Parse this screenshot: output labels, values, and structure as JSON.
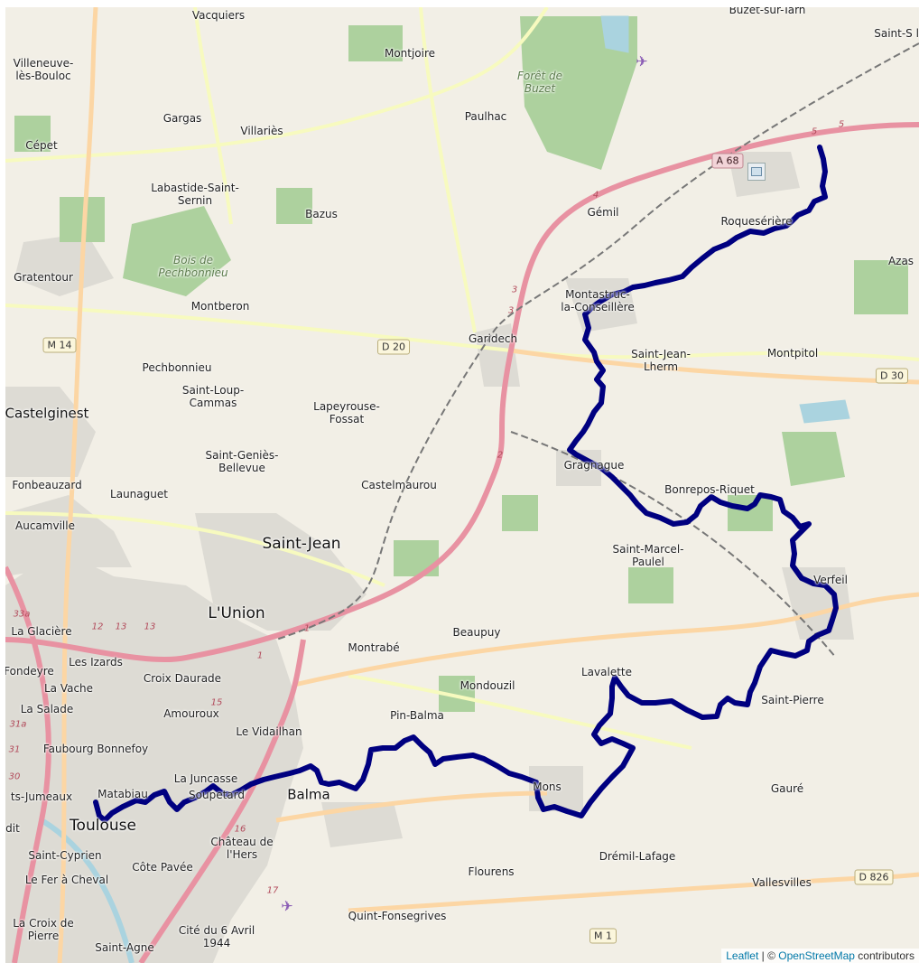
{
  "map": {
    "places": [
      {
        "name": "Vacquiers",
        "size": "normal"
      },
      {
        "name": "Buzet-sur-Tarn",
        "size": "normal"
      },
      {
        "name": "Saint-S la-Po",
        "size": "normal"
      },
      {
        "name": "Villeneuve-\nlès-Bouloc",
        "size": "normal"
      },
      {
        "name": "Montjoire",
        "size": "normal"
      },
      {
        "name": "Forêt de\nBuzet",
        "size": "italic"
      },
      {
        "name": "Paulhac",
        "size": "normal"
      },
      {
        "name": "Gargas",
        "size": "normal"
      },
      {
        "name": "Villariès",
        "size": "normal"
      },
      {
        "name": "Cépet",
        "size": "normal"
      },
      {
        "name": "Labastide-Saint-\nSernin",
        "size": "normal"
      },
      {
        "name": "Gémil",
        "size": "normal"
      },
      {
        "name": "Bazus",
        "size": "normal"
      },
      {
        "name": "Roquesérière",
        "size": "normal"
      },
      {
        "name": "Azas",
        "size": "normal"
      },
      {
        "name": "Bois de\nPechbonnieu",
        "size": "italic"
      },
      {
        "name": "Gratentour",
        "size": "normal"
      },
      {
        "name": "Montastruc-\nla-Conseillère",
        "size": "normal"
      },
      {
        "name": "Montberon",
        "size": "normal"
      },
      {
        "name": "Garidech",
        "size": "normal"
      },
      {
        "name": "Saint-Jean-\nLherm",
        "size": "normal"
      },
      {
        "name": "Montpitol",
        "size": "normal"
      },
      {
        "name": "Pechbonnieu",
        "size": "normal"
      },
      {
        "name": "Saint-Loup-\nCammas",
        "size": "normal"
      },
      {
        "name": "Lapeyrouse-\nFossat",
        "size": "normal"
      },
      {
        "name": "Castelginest",
        "size": "big"
      },
      {
        "name": "Saint-Geniès-\nBellevue",
        "size": "normal"
      },
      {
        "name": "Gragnague",
        "size": "normal"
      },
      {
        "name": "Fonbeauzard",
        "size": "normal"
      },
      {
        "name": "Launaguet",
        "size": "normal"
      },
      {
        "name": "Castelmaurou",
        "size": "normal"
      },
      {
        "name": "Bonrepos-Riquet",
        "size": "normal"
      },
      {
        "name": "Aucamville",
        "size": "normal"
      },
      {
        "name": "Saint-Jean",
        "size": "xl"
      },
      {
        "name": "Saint-Marcel-\nPaulel",
        "size": "normal"
      },
      {
        "name": "Verfeil",
        "size": "normal"
      },
      {
        "name": "L'Union",
        "size": "xl"
      },
      {
        "name": "La Glacière",
        "size": "normal"
      },
      {
        "name": "Beaupuy",
        "size": "normal"
      },
      {
        "name": "Fondeyre",
        "size": "normal"
      },
      {
        "name": "Les Izards",
        "size": "normal"
      },
      {
        "name": "Croix Daurade",
        "size": "normal"
      },
      {
        "name": "Montrabé",
        "size": "normal"
      },
      {
        "name": "La Vache",
        "size": "normal"
      },
      {
        "name": "Mondouzil",
        "size": "normal"
      },
      {
        "name": "Lavalette",
        "size": "normal"
      },
      {
        "name": "Saint-Pierre",
        "size": "normal"
      },
      {
        "name": "La Salade",
        "size": "normal"
      },
      {
        "name": "Amouroux",
        "size": "normal"
      },
      {
        "name": "Pin-Balma",
        "size": "normal"
      },
      {
        "name": "Le Vidailhan",
        "size": "normal"
      },
      {
        "name": "Faubourg Bonnefoy",
        "size": "normal"
      },
      {
        "name": "La Juncasse",
        "size": "normal"
      },
      {
        "name": "ts-Jumeaux",
        "size": "normal"
      },
      {
        "name": "Matabiau",
        "size": "normal"
      },
      {
        "name": "Soupetard",
        "size": "normal"
      },
      {
        "name": "Balma",
        "size": "big"
      },
      {
        "name": "Mons",
        "size": "normal"
      },
      {
        "name": "Gauré",
        "size": "normal"
      },
      {
        "name": "Toulouse",
        "size": "xl"
      },
      {
        "name": "dit",
        "size": "normal"
      },
      {
        "name": "Château de\nl'Hers",
        "size": "normal"
      },
      {
        "name": "Saint-Cyprien",
        "size": "normal"
      },
      {
        "name": "Côte Pavée",
        "size": "normal"
      },
      {
        "name": "Drémil-Lafage",
        "size": "normal"
      },
      {
        "name": "Le Fer à Cheval",
        "size": "normal"
      },
      {
        "name": "Flourens",
        "size": "normal"
      },
      {
        "name": "Vallesvilles",
        "size": "normal"
      },
      {
        "name": "La Croix de\nPierre",
        "size": "normal"
      },
      {
        "name": "Cité du 6 Avril\n1944",
        "size": "normal"
      },
      {
        "name": "Quint-Fonsegrives",
        "size": "normal"
      },
      {
        "name": "Saint-Agne",
        "size": "normal"
      }
    ],
    "road_shields": [
      {
        "label": "A 68",
        "kind": "motorway"
      },
      {
        "label": "M 14",
        "kind": "primary"
      },
      {
        "label": "D 20",
        "kind": "primary"
      },
      {
        "label": "D 30",
        "kind": "primary"
      },
      {
        "label": "D 826",
        "kind": "primary"
      },
      {
        "label": "M 1",
        "kind": "primary"
      }
    ],
    "junctions": [
      "5",
      "5",
      "4",
      "3",
      "3",
      "2",
      "1",
      "1",
      "12",
      "13",
      "13",
      "15",
      "16",
      "17",
      "33a",
      "31a",
      "31",
      "30"
    ],
    "colors": {
      "background": "#f2efe6",
      "route": "#000080",
      "motorway": "#e892a2",
      "primary_road": "#fcd6a4",
      "secondary_road": "#f7fabf",
      "urban": "#dddbd4",
      "woodland": "#add19e",
      "water": "#aad3df"
    }
  },
  "attribution": {
    "leaflet": "Leaflet",
    "separator": " | © ",
    "osm": "OpenStreetMap",
    "suffix": " contributors"
  }
}
